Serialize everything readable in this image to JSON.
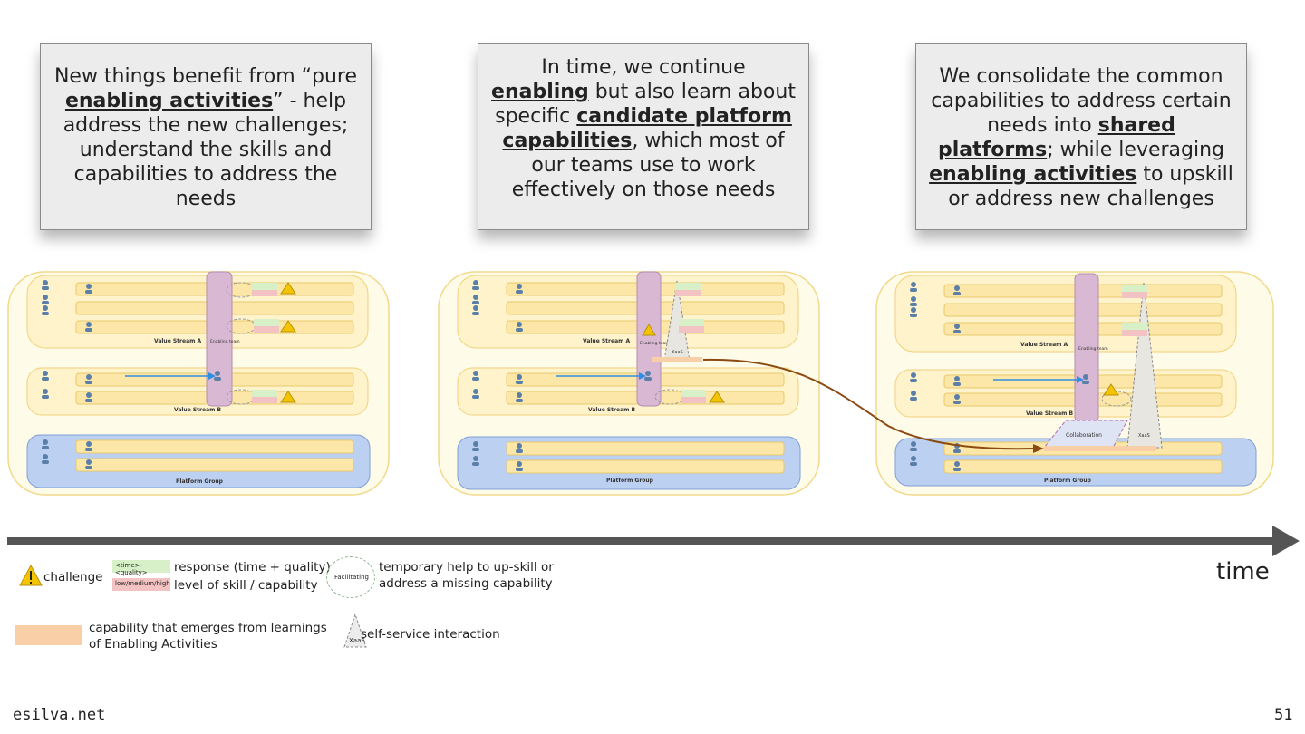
{
  "callouts": [
    {
      "parts": [
        "New things benefit from “pure ",
        "enabling activities",
        "” - help address the new challenges; understand the skills and capabilities to address the needs"
      ]
    },
    {
      "parts": [
        "In time, we continue ",
        "enabling",
        " but also learn about specific ",
        "candidate platform capabilities",
        ", which most of our teams use to work effectively on those needs"
      ]
    },
    {
      "parts": [
        "We consolidate the common capabilities to address certain needs into ",
        "shared platforms",
        "; while leveraging ",
        "enabling activities",
        " to upskill or address new challenges"
      ]
    }
  ],
  "diagram_labels": {
    "value_stream_a": "Value Stream A",
    "value_stream_b": "Value Stream B",
    "platform_group": "Platform Group",
    "enabling_team": "Enabling team",
    "xaas": "XaaS",
    "collaboration": "Collaboration"
  },
  "timeline": {
    "label": "time"
  },
  "legend": {
    "challenge": "challenge",
    "response_tag": "<time>-<quality>",
    "response": "response (time + quality)",
    "level_tag": "low/medium/high",
    "level": "level of skill / capability",
    "facilitating_tag": "Facilitating",
    "temporary_help": "temporary help to up-skill or address a missing capability",
    "capability": "capability that emerges from learnings of Enabling Activities",
    "xaas_tag": "XaaS",
    "self_service": "self-service interaction"
  },
  "colors": {
    "stream_fill": "#fff3cc",
    "stream_border": "#f0d27a",
    "platform_fill": "#bcd0f2",
    "platform_border": "#7f9fd6",
    "enabling_fill": "#d9b8d4",
    "capability": "#f8cfa6",
    "response_green": "#d8f0c8",
    "level_red": "#f3c2c2",
    "timeline": "#555555",
    "flow_arrow": "#8b4a12",
    "interaction_arrow": "#2e8ee0"
  },
  "footer": {
    "site": "esilva.net",
    "page": "51"
  }
}
